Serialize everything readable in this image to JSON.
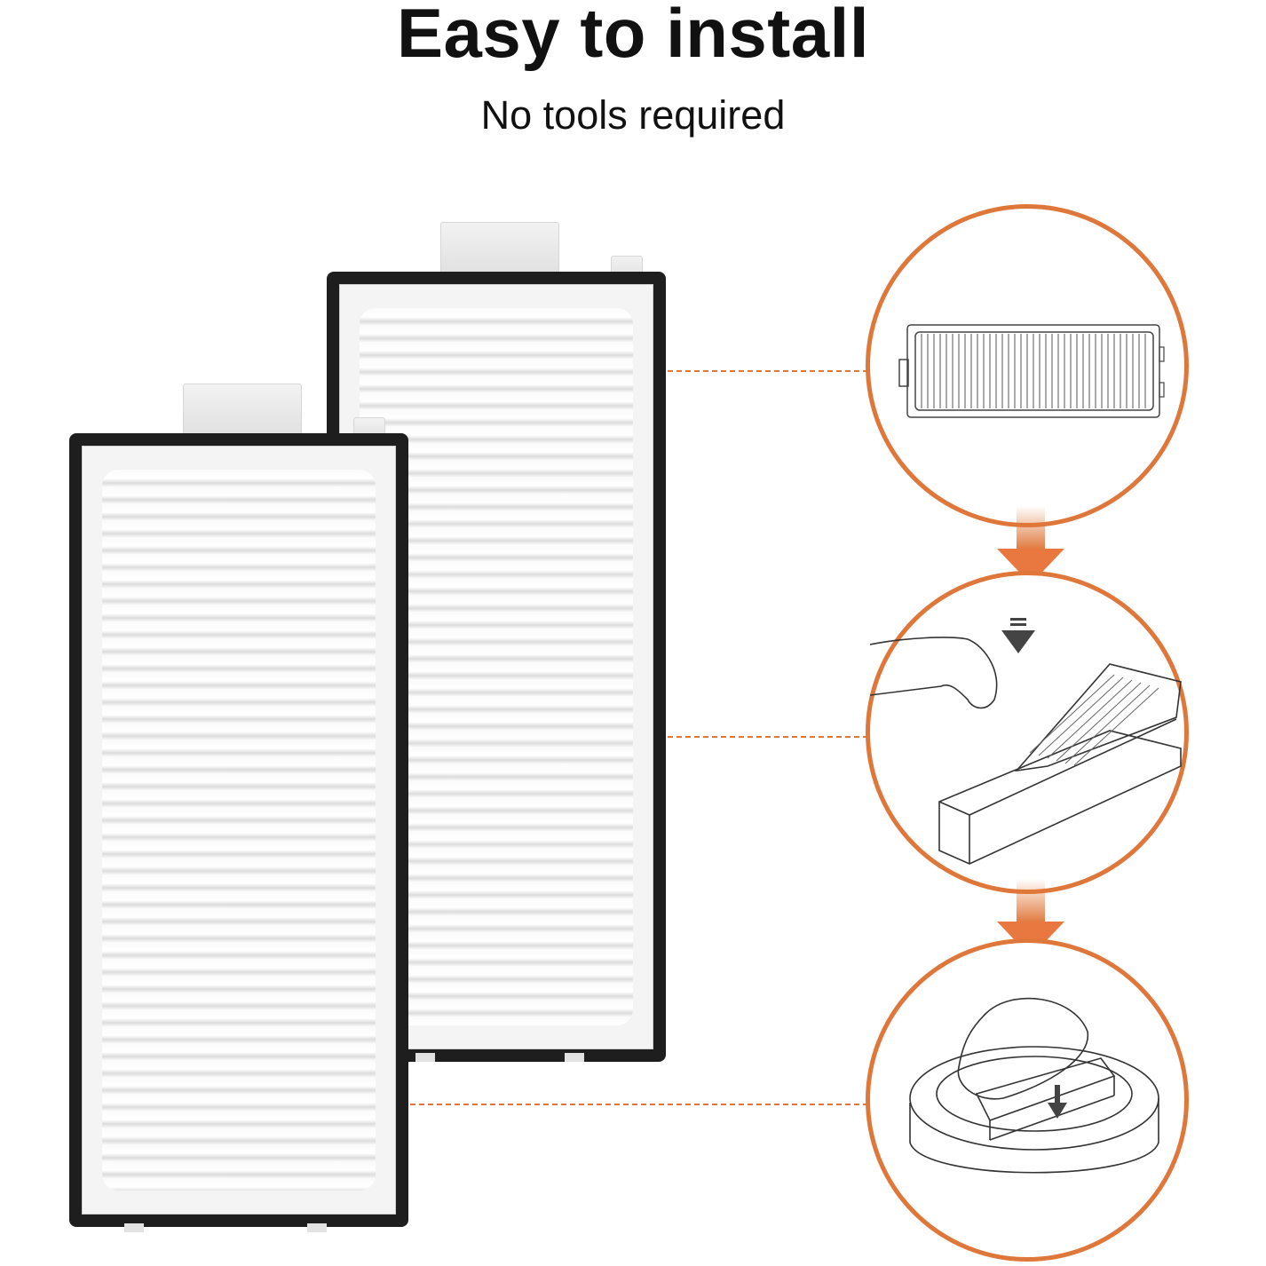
{
  "header": {
    "title": "Easy to install",
    "subtitle": "No tools required"
  },
  "colors": {
    "accent": "#e0773a",
    "text": "#111111",
    "filter_frame": "#1e1e1e"
  },
  "steps": [
    {
      "index": 1,
      "illustration": "filter-outline-icon"
    },
    {
      "index": 2,
      "illustration": "hand-inserting-filter-into-dustbin-icon"
    },
    {
      "index": 3,
      "illustration": "hand-inserting-dustbin-into-robot-vacuum-icon"
    }
  ],
  "products": [
    {
      "name": "filter-front"
    },
    {
      "name": "filter-back"
    }
  ]
}
